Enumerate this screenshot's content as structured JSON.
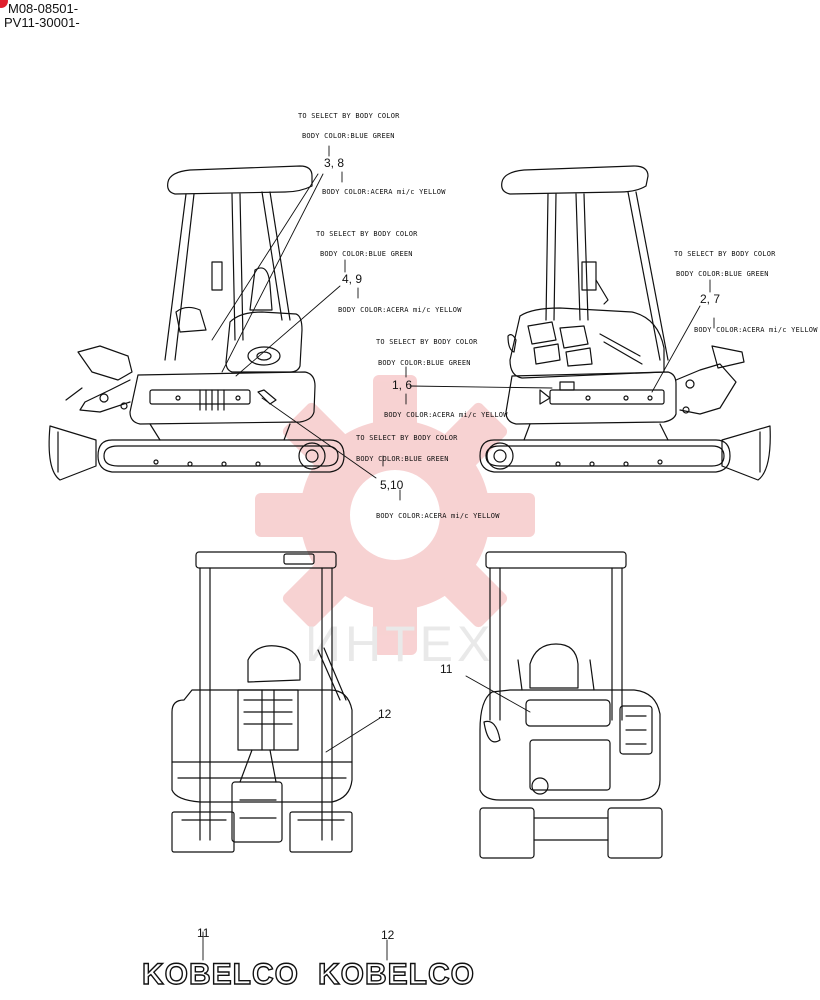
{
  "header": {
    "line1": "M08-08501-",
    "line2": "PV11-30001-"
  },
  "callouts": {
    "c1": {
      "select": "TO SELECT BY BODY COLOR",
      "blue": "BODY COLOR:BLUE GREEN",
      "num": "3, 8",
      "yellow": "BODY COLOR:ACERA mi/c YELLOW"
    },
    "c2": {
      "select": "TO SELECT BY BODY COLOR",
      "blue": "BODY COLOR:BLUE GREEN",
      "num": "4, 9",
      "yellow": "BODY COLOR:ACERA mi/c YELLOW"
    },
    "c3": {
      "select": "TO SELECT BY BODY COLOR",
      "blue": "BODY COLOR:BLUE GREEN",
      "num": "1, 6",
      "yellow": "BODY COLOR:ACERA mi/c YELLOW"
    },
    "c4": {
      "select": "TO SELECT BY BODY COLOR",
      "blue": "BODY COLOR:BLUE GREEN",
      "num": "5,10",
      "yellow": "BODY COLOR:ACERA mi/c YELLOW"
    },
    "c5": {
      "select": "TO SELECT BY BODY COLOR",
      "blue": "BODY COLOR:BLUE GREEN",
      "num": "2, 7",
      "yellow": "BODY COLOR:ACERA mi/c YELLOW"
    }
  },
  "rear_labels": {
    "front_view_num": "12",
    "rear_view_num": "11"
  },
  "logos": [
    {
      "num": "11",
      "text": "KOBELCO"
    },
    {
      "num": "12",
      "text": "KOBELCO"
    }
  ],
  "watermark": "ИНТЕХ",
  "colors": {
    "line": "#111111",
    "watermark_red": "#f3b9bb",
    "dot": "#e0202e"
  }
}
